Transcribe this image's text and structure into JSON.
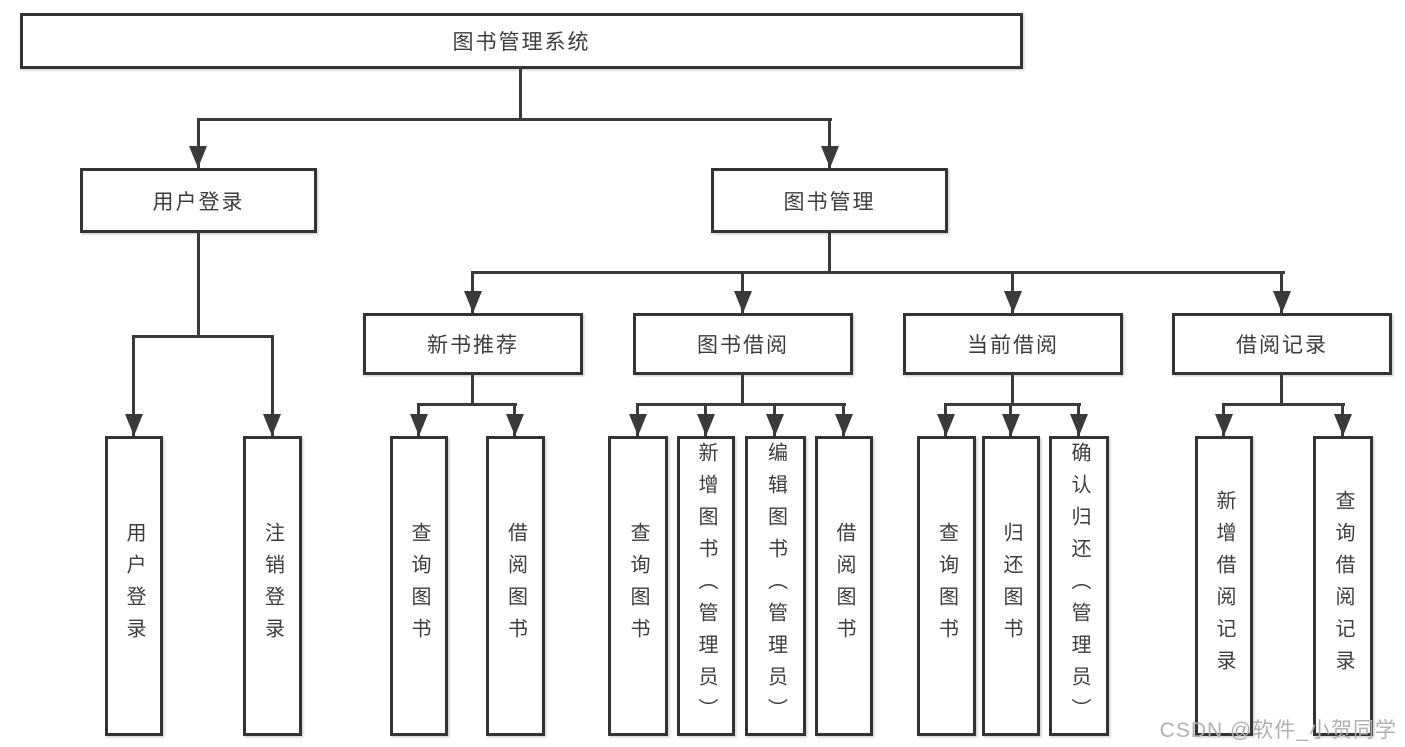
{
  "diagram": {
    "tree": {
      "label": "图书管理系统",
      "children": [
        {
          "label": "用户登录",
          "children": [
            {
              "label": "用户登录"
            },
            {
              "label": "注销登录"
            }
          ]
        },
        {
          "label": "图书管理",
          "children": [
            {
              "label": "新书推荐",
              "children": [
                {
                  "label": "查询图书"
                },
                {
                  "label": "借阅图书"
                }
              ]
            },
            {
              "label": "图书借阅",
              "children": [
                {
                  "label": "查询图书"
                },
                {
                  "label": "新增图书（管理员）"
                },
                {
                  "label": "编辑图书（管理员）"
                },
                {
                  "label": "借阅图书"
                }
              ]
            },
            {
              "label": "当前借阅",
              "children": [
                {
                  "label": "查询图书"
                },
                {
                  "label": "归还图书"
                },
                {
                  "label": "确认归还（管理员）"
                }
              ]
            },
            {
              "label": "借阅记录",
              "children": [
                {
                  "label": "新增借阅记录"
                },
                {
                  "label": "查询借阅记录"
                }
              ]
            }
          ]
        }
      ]
    },
    "watermark": "CSDN @软件_小贺同学",
    "colors": {
      "line": "#3a3a3a",
      "border": "#333333",
      "text": "#3d3d3d",
      "watermark": "#b0b0b0",
      "background": "#ffffff"
    }
  }
}
